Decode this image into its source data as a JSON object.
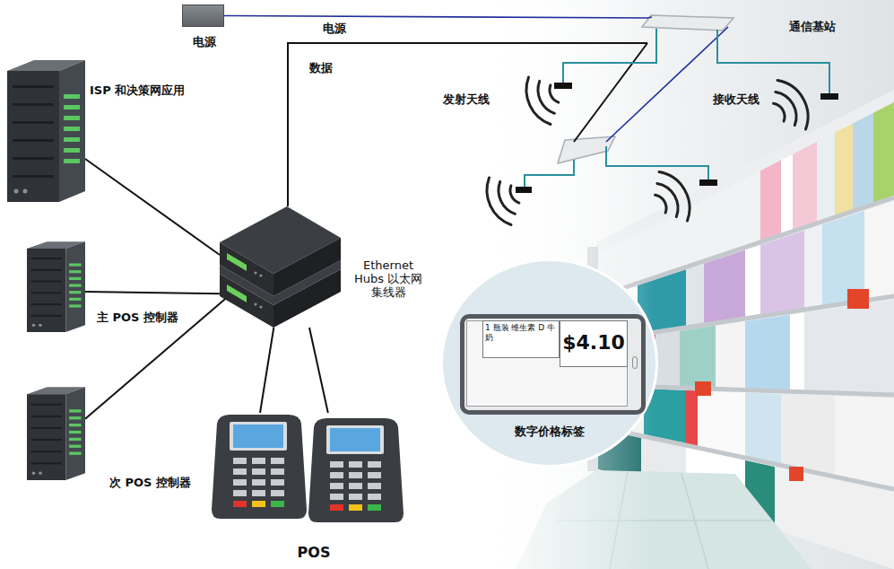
{
  "diagram": {
    "nodes": [
      {
        "text": [
          "电源"
        ]
      },
      {
        "text": [
          "ISP 和决策网应用"
        ]
      },
      {
        "text": [
          "主 POS 控制器"
        ]
      },
      {
        "text": [
          "次 POS 控制器"
        ]
      },
      {
        "text": [
          "Ethernet Hubs 以太网集线器"
        ]
      },
      {
        "text": [
          "POS"
        ]
      },
      {
        "text": [
          "通信基站"
        ]
      },
      {
        "text": [
          "数字价格标签"
        ]
      },
      {
        "text": [
          "1 瓶装 维生素 D 牛奶",
          "$4.10"
        ],
        "in": 7
      }
    ],
    "edges": [
      {
        "from": 0,
        "to": 6,
        "label": "电源",
        "arrow": "none"
      },
      {
        "from": 4,
        "to": 6,
        "label": "数据",
        "arrow": "none"
      },
      {
        "from": 1,
        "to": 4,
        "arrow": "none"
      },
      {
        "from": 2,
        "to": 4,
        "arrow": "none"
      },
      {
        "from": 3,
        "to": 4,
        "arrow": "none"
      },
      {
        "from": 4,
        "to": 5,
        "arrow": "none"
      },
      {
        "from": 4,
        "to": 5,
        "arrow": "none"
      }
    ],
    "labels": [
      "发射天线",
      "接收天线"
    ]
  }
}
